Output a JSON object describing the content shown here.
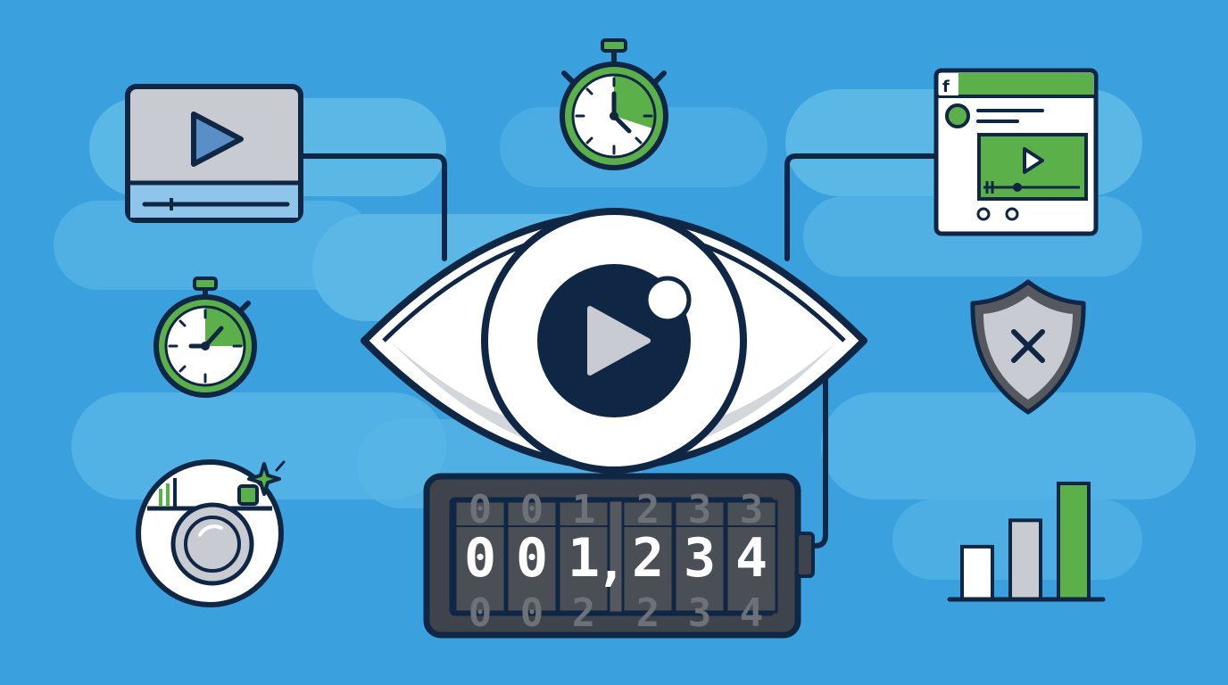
{
  "colors": {
    "background": "#3aa1de",
    "band": "#5ab7e6",
    "navy": "#0f2744",
    "green": "#5bb04a",
    "light_gray": "#c8ccd2",
    "white": "#ffffff",
    "counter_body": "#3f434b",
    "counter_window": "#55595f"
  },
  "icons": {
    "center": "eye-with-play-icon",
    "top_left": "video-player-icon",
    "top_center": "stopwatch-icon",
    "middle_left": "stopwatch-icon",
    "bottom_left": "camera-lens-icon",
    "top_right": "social-video-post-icon",
    "middle_right": "shield-x-icon",
    "bottom_right": "bar-chart-icon"
  },
  "social_post": {
    "platform_glyph": "f"
  },
  "counter": {
    "digits": [
      "0",
      "0",
      "1",
      "2",
      "3",
      "4"
    ],
    "ghost_top": [
      "0",
      "0",
      "1",
      "2",
      "3",
      "3"
    ],
    "ghost_bottom": [
      "0",
      "0",
      "2",
      "2",
      "3",
      "4"
    ],
    "separator": ","
  },
  "bar_chart": {
    "values": [
      1,
      1.5,
      2.2
    ]
  },
  "stopwatch_top": {
    "filled_fraction": 0.3
  },
  "stopwatch_left": {
    "filled_fraction": 0.25
  }
}
